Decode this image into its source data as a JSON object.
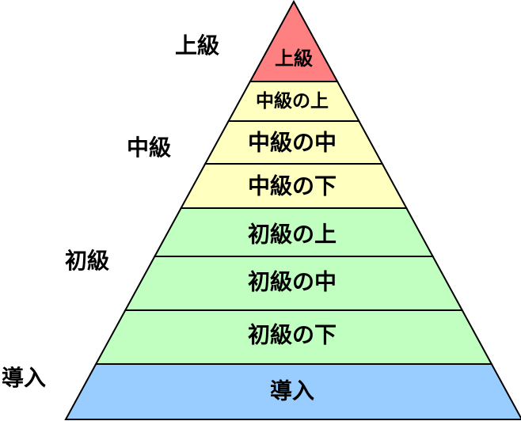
{
  "pyramid": {
    "levels": [
      {
        "label": "上級",
        "color": "#ff8080"
      },
      {
        "label": "中級の上",
        "color": "#ffffc0"
      },
      {
        "label": "中級の中",
        "color": "#ffffc0"
      },
      {
        "label": "中級の下",
        "color": "#ffffc0"
      },
      {
        "label": "初級の上",
        "color": "#c0ffc0"
      },
      {
        "label": "初級の中",
        "color": "#c0ffc0"
      },
      {
        "label": "初級の下",
        "color": "#c0ffc0"
      },
      {
        "label": "導入",
        "color": "#99ccff"
      }
    ],
    "stroke_color": "#000000"
  },
  "groups": [
    {
      "label": "上級"
    },
    {
      "label": "中級"
    },
    {
      "label": "初級"
    },
    {
      "label": "導入"
    }
  ]
}
